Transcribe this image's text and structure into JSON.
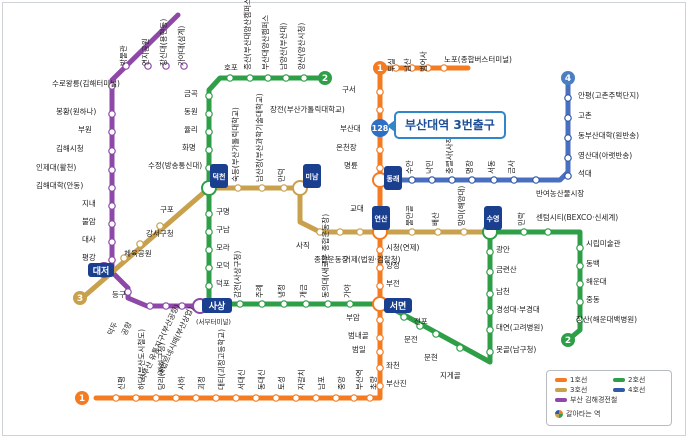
{
  "callout": {
    "text": "부산대역 3번출구"
  },
  "line_badges": {
    "l1": "1",
    "l2": "2",
    "l3": "3",
    "l4": "4",
    "pusan_univ": "128"
  },
  "transfers": {
    "sasang": "사상",
    "sasang_sub": "(서부터미널)",
    "daejeo": "대저",
    "deokcheon": "덕천",
    "minam": "미남",
    "dongnae": "동래",
    "yeonsan": "연산",
    "seomyeon": "서면",
    "suyeong": "수영"
  },
  "stations": {
    "line1_north": [
      "노포(종합버스터미널)",
      "범어사",
      "남산",
      "두실",
      "구서",
      "장전(부산가톨릭대학교)",
      "부산대",
      "온천장",
      "명륜",
      "교대",
      "시청(연제)",
      "양정",
      "부전",
      "부암",
      "범내골",
      "범일",
      "좌천",
      "부산진"
    ],
    "line1_south": [
      "신평",
      "하단(부산도시철도)",
      "당리(사하구청)",
      "사하",
      "괴정",
      "대티(괴정고등학교)",
      "서대신",
      "동대신",
      "토성",
      "자갈치",
      "남포",
      "중앙",
      "부산역",
      "초량"
    ],
    "line2_north": [
      "호포",
      "증산(부산대양산캠퍼스)",
      "부산대양산캠퍼스",
      "남양산(부산대)",
      "양산(양산시청)"
    ],
    "line2_mid": [
      "금곡",
      "동원",
      "율리",
      "화명",
      "수정(방송통신대)",
      "구명",
      "구남",
      "모라",
      "모덕",
      "덕포"
    ],
    "line2_east": [
      "감전(사상구청)",
      "주례",
      "냉정",
      "개금",
      "동의대(새로운 종합운동장)",
      "가야",
      "부암"
    ],
    "line2_south": [
      "전포",
      "문전",
      "문현",
      "지게골",
      "못골(남구청)",
      "대연(고려병원)",
      "경성대·부경대",
      "남천",
      "금련산",
      "광안"
    ],
    "line2_coast": [
      "민락",
      "센텀시티(BEXCO·신세계)",
      "시립미술관",
      "동백",
      "해운대",
      "중동",
      "장산(해운대백병원)"
    ],
    "line3": [
      "숙등(부산가톨릭대학교)",
      "남산정(부산과학기술대학교)",
      "만덕",
      "사직",
      "종합운동장",
      "거제(법원·검찰청)",
      "물만골",
      "배산",
      "망미(해양대)"
    ],
    "line3_west": [
      "구포",
      "강서구청",
      "체육공원",
      "덕천"
    ],
    "line4": [
      "안평(고촌주택단지)",
      "고촌",
      "동부산대학(원반송)",
      "영산대(아랫반송)",
      "석대",
      "반여농산물시장"
    ],
    "line4_west": [
      "수안",
      "낙민",
      "충렬사(사직)",
      "명장",
      "서동",
      "금사"
    ],
    "gimhae_north": [
      "박물관",
      "연지공원",
      "장신대(용현동)",
      "가야대(삼계)",
      "수로왕릉(김해터미널)",
      "봉황(원하나)",
      "부원",
      "김해시청",
      "인제대(활천)",
      "김해대학(안동)",
      "지내",
      "불암",
      "대사",
      "평강"
    ],
    "gimhae_south": [
      "등구",
      "덕두",
      "공항",
      "서부산 유통지구(부산공항)",
      "괘법르네시떼(부산상업)"
    ]
  },
  "legend": {
    "title": "",
    "items": [
      {
        "label": "1호선",
        "color": "#f47b20"
      },
      {
        "label": "2호선",
        "color": "#2e9e47"
      },
      {
        "label": "3호선",
        "color": "#c9a04c"
      },
      {
        "label": "4호선",
        "color": "#2f5aa8"
      },
      {
        "label": "부산 김해경전철",
        "color": "#8e48a8"
      }
    ],
    "transfer": "갈아타는 역"
  },
  "colors": {
    "line1": "#f47b20",
    "line2": "#2e9e47",
    "line3": "#c9a04c",
    "line4": "#2f5aa8",
    "light": "#8e48a8",
    "gimhae_badge": "#4a7fc4"
  }
}
